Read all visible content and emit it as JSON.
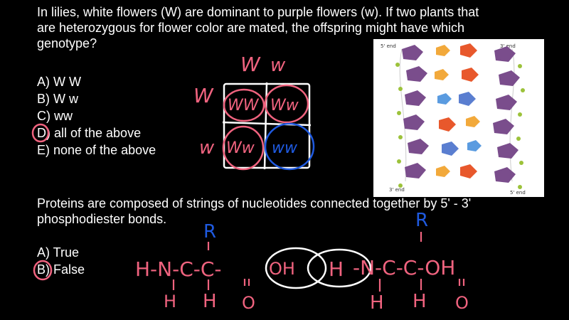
{
  "question1": {
    "lines": [
      "In lilies, white flowers (W) are dominant to purple flowers (w).  If two plants that",
      "are heterozygous for flower color are mated, the offspring might have which",
      "genotype?"
    ],
    "options": [
      "A) W W",
      "B) W w",
      "C) ww",
      "D) all of the above",
      "E) none of the above"
    ]
  },
  "punnett": {
    "top": [
      "W",
      "w"
    ],
    "side": [
      "W",
      "w"
    ],
    "cells": [
      "WW",
      "Ww",
      "Ww",
      "ww"
    ]
  },
  "dna_figure": {
    "label_5_top": "5' end",
    "label_3_top": "3' end",
    "label_3_bottom": "3' end",
    "label_5_bottom": "5' end"
  },
  "question2": {
    "lines": [
      "Proteins are composed of strings of nucleotides connected together by 5' - 3'",
      "phosphodiester bonds."
    ],
    "options": [
      "A) True",
      "B) False"
    ]
  },
  "chemistry": {
    "left": {
      "r": "R",
      "chain": "H-N-C-C-",
      "oh": "OH",
      "bottom": [
        "H",
        "H",
        "O"
      ]
    },
    "right": {
      "r": "R",
      "h": "H",
      "chain": "-N-C-C-OH",
      "bottom": [
        "H",
        "H",
        "O"
      ]
    }
  },
  "colors": {
    "pink": "#f0637f",
    "blue": "#1f5ae0",
    "white": "#ffffff",
    "background": "#000000"
  }
}
